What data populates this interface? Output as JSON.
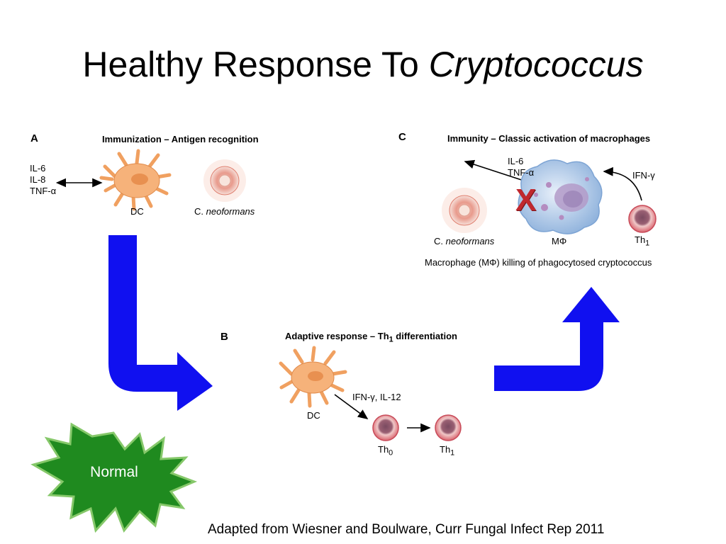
{
  "slide": {
    "title_plain": "Healthy Response To ",
    "title_italic": "Cryptococcus",
    "citation": "Adapted from Wiesner and Boulware, Curr Fungal Infect Rep 2011"
  },
  "panel_a": {
    "letter": "A",
    "title": "Immunization – Antigen recognition",
    "cytokines": [
      "IL-6",
      "IL-8",
      "TNF-α"
    ],
    "dc_label": "DC",
    "organism_prefix": "C. ",
    "organism_italic": "neoformans"
  },
  "panel_b": {
    "letter": "B",
    "title_pre": "Adaptive response – Th",
    "title_sub": "1",
    "title_post": " differentiation",
    "dc_label": "DC",
    "signal_label": "IFN-γ, IL-12",
    "th0_base": "Th",
    "th0_sub": "0",
    "th1_base": "Th",
    "th1_sub": "1"
  },
  "panel_c": {
    "letter": "C",
    "title": "Immunity – Classic activation of macrophages",
    "cytokines": [
      "IL-6",
      "TNF-α"
    ],
    "ifn_label": "IFN-γ",
    "organism_prefix": "C. ",
    "organism_italic": "neoformans",
    "macrophage_label": "MΦ",
    "th1_base": "Th",
    "th1_sub": "1",
    "caption": "Macrophage (MΦ) killing of phagocytosed cryptococcus",
    "block_mark": "X"
  },
  "badge": {
    "label": "Normal"
  },
  "colors": {
    "flow_arrow": "#1010f0",
    "star_fill": "#1f8a1f",
    "x_mark": "#c0282e",
    "dc_fill": "#f6b27a",
    "macrophage_fill": "#aac8ea",
    "th_cell": "#d9636d"
  }
}
